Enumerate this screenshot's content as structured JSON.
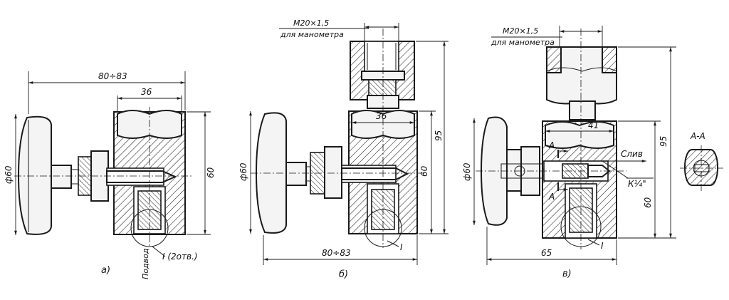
{
  "diagram": {
    "view_a": {
      "caption": "а)",
      "dim_overall": "80÷83",
      "dim_body": "36",
      "dim_height": "60",
      "dim_handwheel": "ф60",
      "inlet_label": "Подвод",
      "hole_note": "I (2отв.)"
    },
    "view_b": {
      "caption": "б)",
      "thread_label": "М20×1,5",
      "thread_note": "для манометра",
      "dim_body": "36",
      "dim_height_body": "60",
      "dim_height_total": "95",
      "dim_handwheel": "ф60",
      "dim_overall": "80÷83",
      "detail_mark": "I"
    },
    "view_c": {
      "caption": "в)",
      "thread_label": "М20×1,5",
      "thread_note": "для манометра",
      "dim_body": "41",
      "dim_height_total": "95",
      "dim_height_body": "60",
      "dim_handwheel": "ф60",
      "dim_overall": "65",
      "drain_label": "Слив",
      "drain_thread": "К¼\"",
      "section_mark_top": "А",
      "section_mark_bottom": "А",
      "detail_mark": "I"
    },
    "section": {
      "label": "А-А"
    }
  }
}
